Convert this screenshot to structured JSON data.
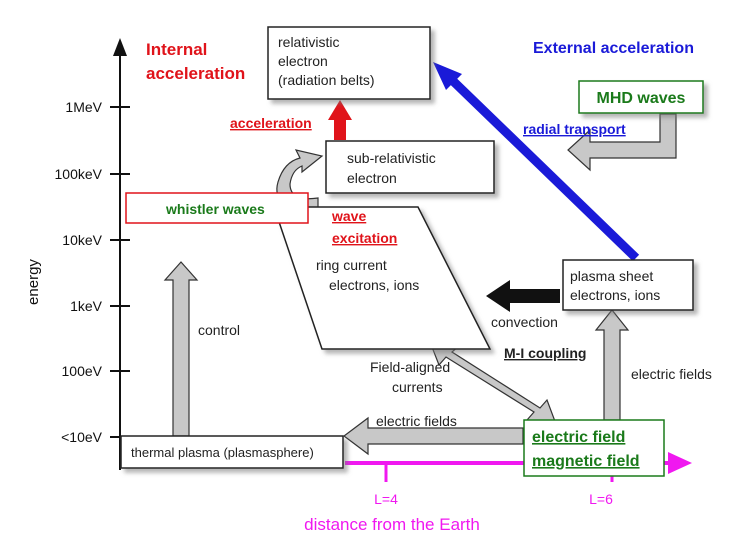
{
  "axis": {
    "y_label": "energy",
    "x_label": "distance from the Earth",
    "y_ticks": [
      "1MeV",
      "100keV",
      "10keV",
      "1keV",
      "100eV",
      "<10eV"
    ],
    "x_ticks": [
      "L=4",
      "L=6"
    ]
  },
  "headings": {
    "internal_line1": "Internal",
    "internal_line2": "acceleration",
    "external": "External acceleration"
  },
  "boxes": {
    "relativistic": [
      "relativistic",
      "electron",
      "(radiation belts)"
    ],
    "sub_relativistic": [
      "sub-relativistic",
      "electron"
    ],
    "whistler": "whistler waves",
    "ring_current": [
      "ring current",
      "electrons, ions"
    ],
    "plasma_sheet": [
      "plasma sheet",
      "electrons, ions"
    ],
    "mhd": "MHD waves",
    "thermal": "thermal plasma (plasmasphere)",
    "em_field": [
      "electric field",
      "magnetic field"
    ]
  },
  "labels": {
    "acceleration": "acceleration",
    "wave_excitation": [
      "wave",
      "excitation"
    ],
    "radial_transport": "radial transport",
    "convection": "convection",
    "mi_coupling": "M-I coupling",
    "field_aligned": [
      "Field-aligned",
      "currents"
    ],
    "electric_fields_bottom": "electric fields",
    "electric_fields_right": "electric fields",
    "control": "control"
  },
  "colors": {
    "red": "#e0131a",
    "blue": "#1a1ad8",
    "green": "#1a7a1a",
    "magenta": "#f018f0",
    "gray_arrow": "#c8c8c8",
    "dark": "#222222"
  }
}
